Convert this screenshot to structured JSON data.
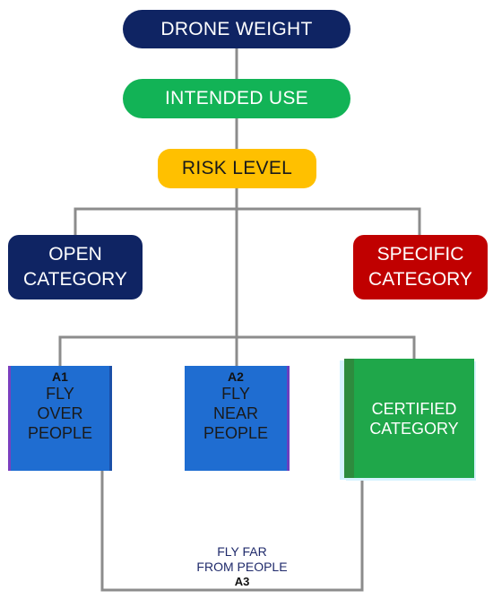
{
  "nodes": {
    "drone_weight": {
      "label": "DRONE WEIGHT",
      "color": "#0f2463",
      "text_color": "#ffffff"
    },
    "intended_use": {
      "label": "INTENDED USE",
      "color": "#12b356",
      "text_color": "#ffffff"
    },
    "risk_level": {
      "label": "RISK LEVEL",
      "color": "#ffc000",
      "text_color": "#1a1a1a"
    },
    "open_category": {
      "lines": [
        "OPEN",
        "CATEGORY"
      ],
      "color": "#0f2463",
      "text_color": "#ffffff"
    },
    "specific_category": {
      "lines": [
        "SPECIFIC",
        "CATEGORY"
      ],
      "color": "#c00000",
      "text_color": "#ffffff"
    },
    "a1": {
      "code": "A1",
      "lines": [
        "FLY",
        "OVER",
        "PEOPLE"
      ],
      "color": "#1f6dd1"
    },
    "a2": {
      "code": "A2",
      "lines": [
        "FLY",
        "NEAR",
        "PEOPLE"
      ],
      "color": "#1f6dd1"
    },
    "certified_category": {
      "lines": [
        "CERTIFIED",
        "CATEGORY"
      ],
      "color": "#1fa74a",
      "text_color": "#ffffff"
    },
    "a3": {
      "lines": [
        "FLY FAR",
        "FROM PEOPLE"
      ],
      "code": "A3",
      "text_color": "#1f2a6b"
    }
  },
  "connector_color": "#8c8c8c"
}
